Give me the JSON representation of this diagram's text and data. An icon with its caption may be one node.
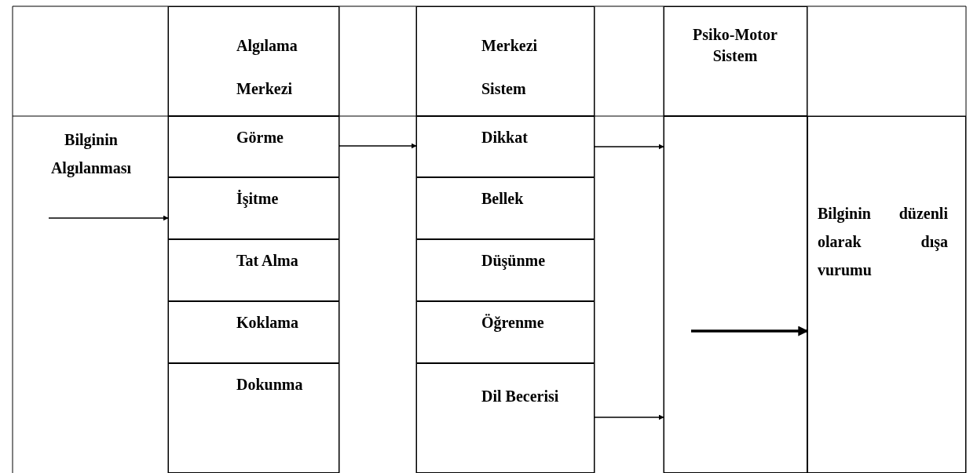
{
  "diagram": {
    "nodes": [
      {
        "text": [
          "Algılama Merkezi"
        ]
      },
      {
        "text": [
          "Merkezi Sistem"
        ]
      },
      {
        "text": [
          "Psiko-Motor Sistem"
        ]
      },
      {
        "text": [
          "Bilginin Algılanması"
        ]
      },
      {
        "text": [
          "Görme"
        ]
      },
      {
        "text": [
          "Dikkat"
        ]
      },
      {
        "text": [
          "İşitme"
        ]
      },
      {
        "text": [
          "Bellek"
        ]
      },
      {
        "text": [
          "Tat Alma"
        ]
      },
      {
        "text": [
          "Düşünme"
        ]
      },
      {
        "text": [
          "Koklama"
        ]
      },
      {
        "text": [
          "Öğrenme"
        ]
      },
      {
        "text": [
          "Dokunma"
        ]
      },
      {
        "text": [
          "Dil Becerisi"
        ]
      },
      {
        "text": [
          "Bilginin düzenli olarak dışa vurumu"
        ]
      },
      {
        "text": [],
        "shape": "box"
      }
    ],
    "edges": [
      {
        "from": null,
        "to": 6,
        "arrow": "to"
      },
      {
        "from": 4,
        "to": 5,
        "arrow": "to"
      },
      {
        "from": 5,
        "to": 15,
        "arrow": "to"
      },
      {
        "from": 13,
        "to": 15,
        "arrow": "to"
      },
      {
        "from": 15,
        "to": 14,
        "arrow": "to",
        "style": "thick"
      }
    ]
  }
}
